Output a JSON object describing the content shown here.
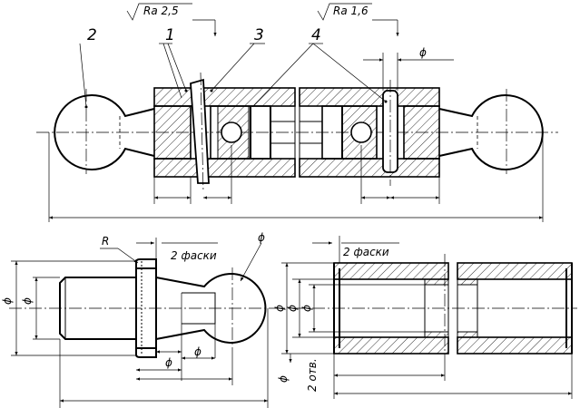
{
  "callouts": {
    "c1": "1",
    "c2": "2",
    "c3": "3",
    "c4": "4"
  },
  "roughness": {
    "r1": "Ra 2,5",
    "r2": "Ra 1,6"
  },
  "dims": {
    "phi": "ϕ",
    "radius": "R",
    "chamfers_2": "2 фаски",
    "holes_2": "2 отв."
  }
}
